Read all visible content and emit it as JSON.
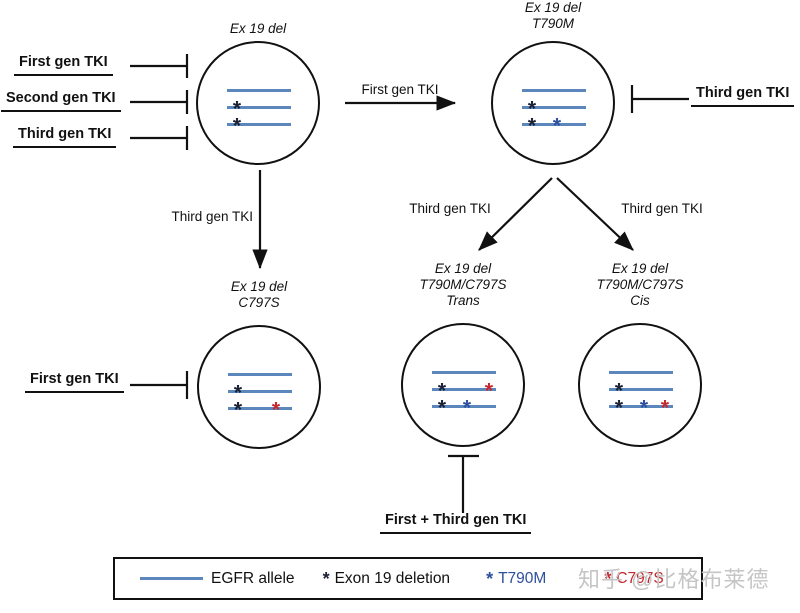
{
  "symbols": {
    "mutation_star": "*"
  },
  "colors": {
    "allele_line": "#5b87bd",
    "ex19": "#1a2033",
    "t790m": "#2d4f9e",
    "c797s": "#c4272e",
    "watermark": "#c5c5c5"
  },
  "inhibitor_labels": {
    "first_gen": "First gen TKI",
    "second_gen": "Second gen TKI",
    "third_gen": "Third gen TKI",
    "first_plus_third": "First + Third gen TKI"
  },
  "arrow_labels": {
    "first_gen": "First gen TKI",
    "third_gen_mid": "Third gen TKI",
    "third_gen_left": "Third gen TKI",
    "third_gen_right": "Third gen TKI"
  },
  "circles": [
    {
      "label": [
        "Ex 19 del"
      ],
      "alleles": [
        [],
        [
          {
            "t": "ex19",
            "x": 10
          }
        ],
        [
          {
            "t": "ex19",
            "x": 10
          }
        ]
      ]
    },
    {
      "label": [
        "Ex 19 del",
        "T790M"
      ],
      "alleles": [
        [],
        [
          {
            "t": "ex19",
            "x": 10
          }
        ],
        [
          {
            "t": "ex19",
            "x": 10
          },
          {
            "t": "t790m",
            "x": 35
          }
        ]
      ]
    },
    {
      "label": [
        "Ex 19 del",
        "C797S"
      ],
      "alleles": [
        [],
        [
          {
            "t": "ex19",
            "x": 10
          }
        ],
        [
          {
            "t": "ex19",
            "x": 10
          },
          {
            "t": "c797s",
            "x": 48
          }
        ]
      ]
    },
    {
      "label": [
        "Ex 19 del",
        "T790M/C797S",
        "Trans"
      ],
      "alleles": [
        [],
        [
          {
            "t": "ex19",
            "x": 10
          },
          {
            "t": "c797s",
            "x": 57
          }
        ],
        [
          {
            "t": "ex19",
            "x": 10
          },
          {
            "t": "t790m",
            "x": 35
          }
        ]
      ]
    },
    {
      "label": [
        "Ex 19 del",
        "T790M/C797S",
        "Cis"
      ],
      "alleles": [
        [],
        [
          {
            "t": "ex19",
            "x": 10
          }
        ],
        [
          {
            "t": "ex19",
            "x": 10
          },
          {
            "t": "t790m",
            "x": 35
          },
          {
            "t": "c797s",
            "x": 56
          }
        ]
      ]
    }
  ],
  "legend": {
    "egfr_allele": "EGFR allele",
    "exon19": "Exon 19 deletion",
    "t790m": "T790M",
    "c797s": "C797S"
  },
  "watermark": "知乎 @比格布莱德"
}
